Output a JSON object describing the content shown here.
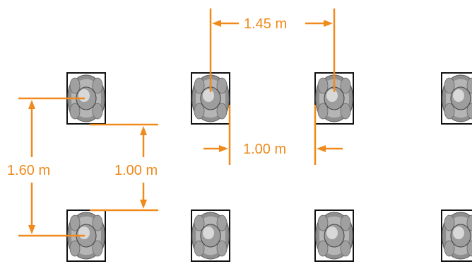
{
  "colors": {
    "dimension": "#f08a1c",
    "box_stroke": "#111111",
    "person_fill": "#9a9a9a",
    "person_highlight": "#d4d4d4",
    "background": "#ffffff"
  },
  "dimensions": {
    "vertical_spacing": "1.60 m",
    "gap_spacing": "1.00 m",
    "horizontal_spacing": "1.45 m",
    "horizontal_gap": "1.00 m"
  },
  "grid": {
    "rows": 2,
    "columns": 4,
    "item_icon": "person-top-view-icon"
  }
}
